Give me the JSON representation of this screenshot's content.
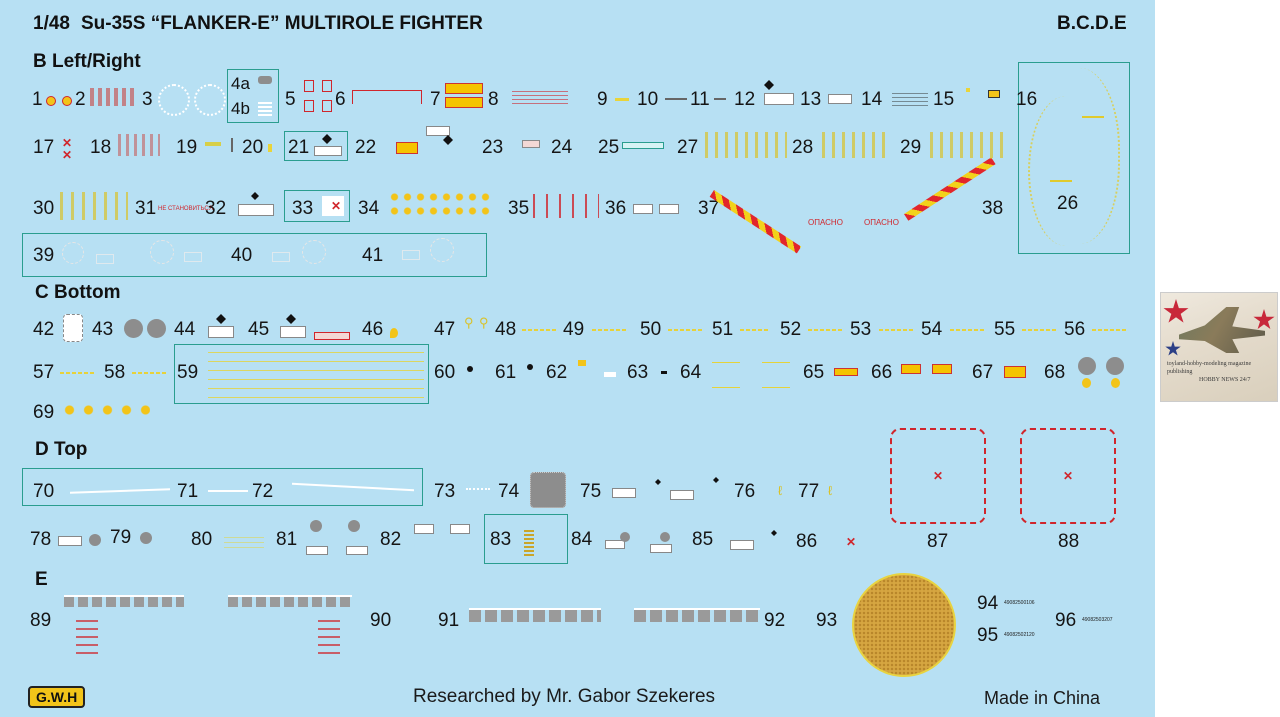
{
  "header": {
    "scale": "1/48",
    "title": "Su-35S “FLANKER-E” MULTIROLE FIGHTER",
    "sheet_code": "B.C.D.E"
  },
  "sections": {
    "b": "B  Left/Right",
    "c": "C  Bottom",
    "d": "D  Top",
    "e": "E"
  },
  "labels": {
    "l1": "1",
    "l2": "2",
    "l3": "3",
    "l4a": "4a",
    "l4b": "4b",
    "l5": "5",
    "l6": "6",
    "l7": "7",
    "l8": "8",
    "l9": "9",
    "l10": "10",
    "l11": "11",
    "l12": "12",
    "l13": "13",
    "l14": "14",
    "l15": "15",
    "l16": "16",
    "l17": "17",
    "l18": "18",
    "l19": "19",
    "l20": "20",
    "l21": "21",
    "l22": "22",
    "l23": "23",
    "l24": "24",
    "l25": "25",
    "l26": "26",
    "l27": "27",
    "l28": "28",
    "l29": "29",
    "l30": "30",
    "l31": "31",
    "l32": "32",
    "l33": "33",
    "l34": "34",
    "l35": "35",
    "l36": "36",
    "l37": "37",
    "l38": "38",
    "l39": "39",
    "l40": "40",
    "l41": "41",
    "l42": "42",
    "l43": "43",
    "l44": "44",
    "l45": "45",
    "l46": "46",
    "l47": "47",
    "l48": "48",
    "l49": "49",
    "l50": "50",
    "l51": "51",
    "l52": "52",
    "l53": "53",
    "l54": "54",
    "l55": "55",
    "l56": "56",
    "l57": "57",
    "l58": "58",
    "l59": "59",
    "l60": "60",
    "l61": "61",
    "l62": "62",
    "l63": "63",
    "l64": "64",
    "l65": "65",
    "l66": "66",
    "l67": "67",
    "l68": "68",
    "l69": "69",
    "l70": "70",
    "l71": "71",
    "l72": "72",
    "l73": "73",
    "l74": "74",
    "l75": "75",
    "l76": "76",
    "l77": "77",
    "l78": "78",
    "l79": "79",
    "l80": "80",
    "l81": "81",
    "l82": "82",
    "l83": "83",
    "l84": "84",
    "l85": "85",
    "l86": "86",
    "l87": "87",
    "l88": "88",
    "l89": "89",
    "l90": "90",
    "l91": "91",
    "l92": "92",
    "l93": "93",
    "l94": "94",
    "l95": "95",
    "l96": "96"
  },
  "stencils": {
    "ne_stanovitsya": "НЕ СТАНОВИТЬСЯ",
    "opasno_left": "ОПАСНО",
    "opasno_right": "ОПАСНО",
    "code_94": "49082500106",
    "code_95": "49082502120",
    "code_96": "49082503207"
  },
  "footer": {
    "logo": "G.W.H",
    "credit": "Researched by Mr. Gabor Szekeres",
    "made_in": "Made in China"
  },
  "watermark": {
    "line1": "toyland-hobby-modeling magazine",
    "line2": "publishing",
    "line3": "HOBBY NEWS 24/7"
  },
  "colors": {
    "sheet": "#b7e0f3",
    "frame": "#2a9d8f",
    "stencil_red": "#d0262c",
    "stencil_yellow": "#f2d21b"
  }
}
